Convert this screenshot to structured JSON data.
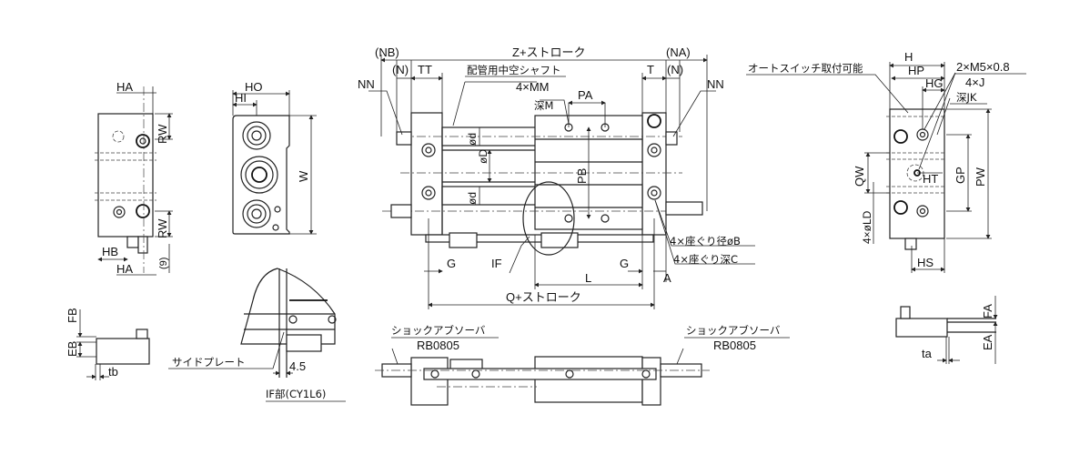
{
  "left_view": {
    "labels": {
      "ha_top": "HA",
      "rw_top": "RW",
      "rw_bottom": "RW",
      "hb": "HB",
      "nine": "(9)",
      "ha_bottom": "HA"
    }
  },
  "end_view": {
    "labels": {
      "ho": "HO",
      "hi": "HI",
      "w": "W"
    }
  },
  "main_view": {
    "labels": {
      "nb": "(NB)",
      "na": "(NA)",
      "z_stroke": "Z+ストローク",
      "n_left": "(N)",
      "n_right": "(N)",
      "tt": "TT",
      "t": "T",
      "hollow_shaft": "配管用中空シャフト",
      "nn_left": "NN",
      "nn_right": "NN",
      "mm": "4×MM",
      "depth_m": "深M",
      "pa": "PA",
      "pb": "PB",
      "od_top": "ød",
      "od_big": "øD",
      "od_bottom": "ød",
      "counterbore_dia": "4×座ぐり径øB",
      "counterbore_depth": "4×座ぐり深C",
      "g_left": "G",
      "if": "IF",
      "g_right": "G",
      "l": "L",
      "a": "A",
      "q_stroke": "Q+ストローク"
    }
  },
  "right_view": {
    "labels": {
      "h": "H",
      "hp": "HP",
      "hg": "HG",
      "switch": "オートスイッチ取付可能",
      "m5": "2×M5×0.8",
      "j": "4×J",
      "jk": "深JK",
      "qw": "QW",
      "ht": "HT",
      "gp": "GP",
      "pw": "PW",
      "ld": "4×øLD",
      "hs": "HS"
    }
  },
  "detail_b": {
    "labels": {
      "fb": "FB",
      "eb": "EB",
      "tb": "tb"
    }
  },
  "detail_if": {
    "labels": {
      "side_plate": "サイドプレート",
      "dim": "4.5",
      "caption": "IF部(CY1L6)"
    }
  },
  "bottom_view": {
    "labels": {
      "shock_left": "ショックアブソーバ",
      "rb_left": "RB0805",
      "shock_right": "ショックアブソーバ",
      "rb_right": "RB0805"
    }
  },
  "detail_a": {
    "labels": {
      "fa": "FA",
      "ea": "EA",
      "ta": "ta"
    }
  }
}
